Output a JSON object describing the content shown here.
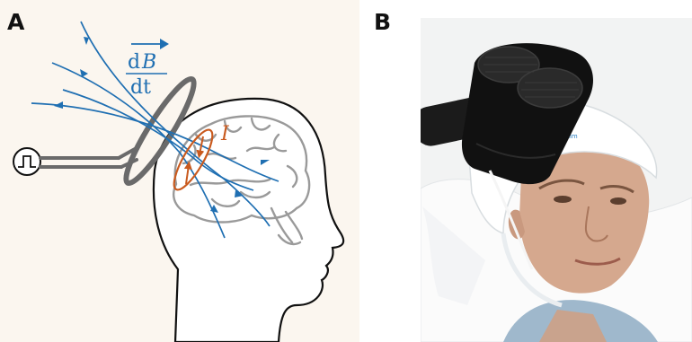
{
  "panel_a": {
    "label": "A",
    "flux_numerator_d": "d",
    "flux_numerator_var": "B",
    "flux_denominator": "dt",
    "current_label": "I",
    "field_color": "#1f6fb2",
    "current_color": "#c95a1e",
    "coil_color": "#6a6a6a",
    "icons": [
      "pulse-generator-icon",
      "tms-coil-icon",
      "head-silhouette-icon",
      "brain-icon"
    ]
  },
  "panel_b": {
    "label": "B",
    "cap_logo_text": "magstim"
  }
}
